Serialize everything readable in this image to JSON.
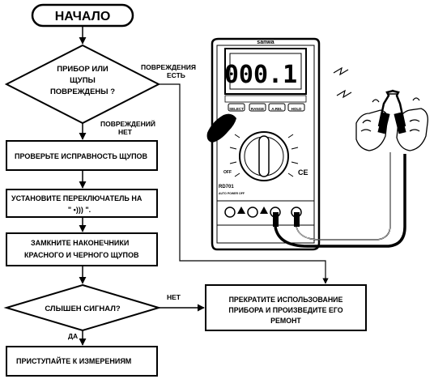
{
  "flowchart": {
    "start": "НАЧАЛО",
    "decision1": [
      "ПРИБОР ИЛИ",
      "ЩУПЫ",
      "ПОВРЕЖДЕНЫ ?"
    ],
    "damaged_yes": [
      "ПОВРЕЖДЕНИЯ",
      "ЕСТЬ"
    ],
    "damaged_no": [
      "ПОВРЕЖДЕНИЙ",
      "НЕТ"
    ],
    "step1": "ПРОВЕРЬТЕ ИСПРАВНОСТЬ ЩУПОВ",
    "step2": [
      "УСТАНОВИТЕ ПЕРЕКЛЮЧАТЕЛЬ НА",
      "\" •))) \"."
    ],
    "step3": [
      "ЗАМКНИТЕ НАКОНЕЧНИКИ",
      "КРАСНОГО И ЧЕРНОГО ЩУПОВ"
    ],
    "decision2": "СЛЫШЕН СИГНАЛ?",
    "no_label": "НЕТ",
    "yes_label": "ДА",
    "stop_box": [
      "ПРЕКРАТИТЕ ИСПОЛЬЗОВАНИЕ",
      "ПРИБОРА И ПРОИЗВЕДИТЕ ЕГО",
      "РЕМОНТ"
    ],
    "end_box": "ПРИСТУПАЙТЕ К ИЗМЕРЕНИЯМ"
  },
  "meter": {
    "brand": "sanwa",
    "display": "000.1",
    "buttons": [
      "SELECT",
      "RANGE",
      "A.REL",
      "HOLD"
    ],
    "model": "RD701",
    "subtitle": "AUTO POWER OFF",
    "ce": "CE",
    "off_label": "OFF"
  }
}
